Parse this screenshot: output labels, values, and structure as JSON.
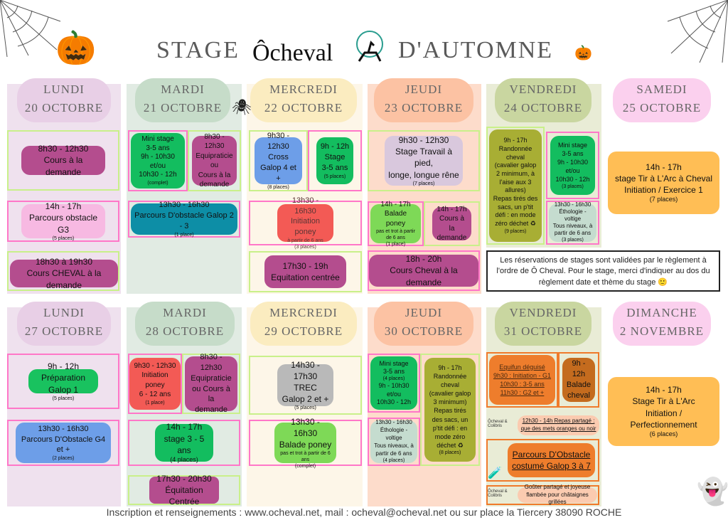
{
  "title": {
    "left": "STAGE",
    "logo": "Ôcheval",
    "right": "D'AUTOMNE"
  },
  "week1": {
    "days": [
      {
        "name": "LUNDI",
        "date": "20 OCTOBRE",
        "events": [
          {
            "lines": [
              "8h30 - 12h30",
              "Cours à la demande"
            ]
          },
          {
            "lines": [
              "14h - 17h",
              "Parcours obstacle G3"
            ],
            "note": "(5 places)"
          },
          {
            "lines": [
              "18h30 à 19h30",
              "Cours CHEVAL à la demande"
            ]
          }
        ]
      },
      {
        "name": "MARDI",
        "date": "21 OCTOBRE",
        "events": [
          {
            "lines": [
              "Mini stage",
              "3-5 ans",
              "9h - 10h30 et/ou",
              "10h30 - 12h"
            ],
            "note": "(complet)"
          },
          {
            "lines": [
              "8h30 - 12h30",
              "Equipraticie ou",
              "Cours à la demande"
            ]
          },
          {
            "lines": [
              "13h30 - 16h30",
              "Parcours D'obstacle Galop 2 - 3"
            ],
            "note": "(1 place)"
          }
        ]
      },
      {
        "name": "MERCREDI",
        "date": "22 OCTOBRE",
        "events": [
          {
            "lines": [
              "9h30 - 12h30",
              "Cross",
              "Galop 4 et +"
            ],
            "note": "(8 places)"
          },
          {
            "lines": [
              "9h - 12h",
              "Stage",
              "3-5 ans"
            ],
            "note": "(5 places)"
          },
          {
            "lines": [
              "13h30 - 16h30",
              "Initiation poney"
            ],
            "note": "à partir de 6 ans",
            "note2": "(3 places)"
          },
          {
            "lines": [
              "17h30 - 19h",
              "Equitation centrée"
            ]
          }
        ]
      },
      {
        "name": "JEUDI",
        "date": "23 OCTOBRE",
        "events": [
          {
            "lines": [
              "9h30 - 12h30",
              "Stage Travail à pied,",
              "longe, longue rêne"
            ],
            "note": "(7 places)"
          },
          {
            "lines": [
              "14h - 17h",
              "Balade poney"
            ],
            "note": "pas et trot à partir de 6 ans",
            "note2": "(1 place)"
          },
          {
            "lines": [
              "14h - 17h",
              "Cours à la demande"
            ]
          },
          {
            "lines": [
              "18h - 20h",
              "Cours Cheval à la demande"
            ]
          }
        ]
      },
      {
        "name": "VENDREDI",
        "date": "24 OCTOBRE",
        "events": [
          {
            "lines": [
              "9h - 17h",
              "Randonnée cheval",
              "(cavalier galop 2 minimum, à l'aise aux 3 allures)",
              "Repas tirés des sacs, un p'tit défi : en mode zéro déchet ♻"
            ],
            "note": "(9 places)"
          },
          {
            "lines": [
              "Mini stage",
              "3-5 ans",
              "9h - 10h30",
              "et/ou",
              "10h30 - 12h"
            ],
            "note": "(3 places)"
          },
          {
            "lines": [
              "13h30 - 16h30",
              "Éthologie - voltige",
              "Tous niveaux, à partir de 6 ans"
            ],
            "note": "(3 places)"
          }
        ]
      },
      {
        "name": "SAMEDI",
        "date": "25 OCTOBRE",
        "events": [
          {
            "lines": [
              "14h - 17h",
              "stage Tir à L'Arc à Cheval",
              "Initiation / Exercice 1"
            ],
            "note": "(7 places)"
          }
        ]
      }
    ]
  },
  "notice": "Les réservations de stages sont validées par le règlement à l'ordre de Ô Cheval. Pour le stage, merci d'indiquer au dos du règlement date et thème du stage 🙂",
  "week2": {
    "days": [
      {
        "name": "LUNDI",
        "date": "27 OCTOBRE",
        "events": [
          {
            "lines": [
              "9h - 12h",
              "Préparation Galop 1"
            ],
            "note": "(5 places)"
          },
          {
            "lines": [
              "13h30 - 16h30",
              "Parcours D'Obstacle G4 et +"
            ],
            "note": "(2 places)"
          }
        ]
      },
      {
        "name": "MARDI",
        "date": "28 OCTOBRE",
        "events": [
          {
            "lines": [
              "9h30 - 12h30",
              "Initiation poney",
              "6 - 12 ans"
            ],
            "note": "(1 place)"
          },
          {
            "lines": [
              "8h30 - 12h30",
              "Equipraticie",
              "ou Cours à la",
              "demande"
            ]
          },
          {
            "lines": [
              "14h - 17h",
              "stage 3 - 5 ans"
            ],
            "note": "(4 places)"
          },
          {
            "lines": [
              "17h30 - 20h30",
              "Équitation Centrée"
            ]
          }
        ]
      },
      {
        "name": "MERCREDI",
        "date": "29 OCTOBRE",
        "events": [
          {
            "lines": [
              "14h30 - 17h30",
              "TREC",
              "Galop 2 et +"
            ],
            "note": "(5 places)"
          },
          {
            "lines": [
              "13h30 - 16h30",
              "Balade poney"
            ],
            "note": "pas et trot à partir de 6 ans",
            "note2": "(complet)"
          }
        ]
      },
      {
        "name": "JEUDI",
        "date": "30 OCTOBRE",
        "events": [
          {
            "lines": [
              "Mini stage",
              "3-5 ans"
            ],
            "note": "(4 places)",
            "lines2": [
              "9h - 10h30",
              "et/ou",
              "10h30 - 12h"
            ]
          },
          {
            "lines": [
              "9h - 17h",
              "Randonnée cheval",
              "(cavalier galop 3 minimum)",
              "Repas tirés des sacs, un p'tit défi : en mode zéro déchet ♻"
            ],
            "note": "(8 places)"
          },
          {
            "lines": [
              "13h30 - 16h30",
              "Éthologie - voltige",
              "Tous niveaux, à partir de 6 ans"
            ],
            "note": "(4 places)"
          }
        ]
      },
      {
        "name": "VENDREDI",
        "date": "31 OCTOBRE",
        "events": [
          {
            "lines": [
              "Equifun déguisé",
              "9h30 : Initiation - G1",
              "10h30 : 3-5 ans",
              "11h30 : G2 et +"
            ]
          },
          {
            "lines": [
              "9h - 12h",
              "Balade",
              "cheval"
            ]
          },
          {
            "lines": [
              "12h30 - 14h Repas partagé : que des mets oranges ou noir"
            ]
          },
          {
            "lines": [
              "Parcours D'Obstacle",
              "costumé Galop 3 à 7"
            ]
          },
          {
            "lines": [
              "Goûter partagé et joyeuse flambée pour châtaignes grillées"
            ]
          }
        ]
      },
      {
        "name": "DIMANCHE",
        "date": "2 NOVEMBRE",
        "events": [
          {
            "lines": [
              "14h - 17h",
              "Stage Tir à L'Arc",
              "Initiation /",
              "Perfectionnement"
            ],
            "note": "(6 places)"
          }
        ]
      }
    ]
  },
  "logo_small": "Ôcheval & Colibris",
  "footer": "Inscription et renseignements : www.ocheval.net, mail : ocheval@ocheval.net ou sur place la Tiercery 38090 ROCHE"
}
